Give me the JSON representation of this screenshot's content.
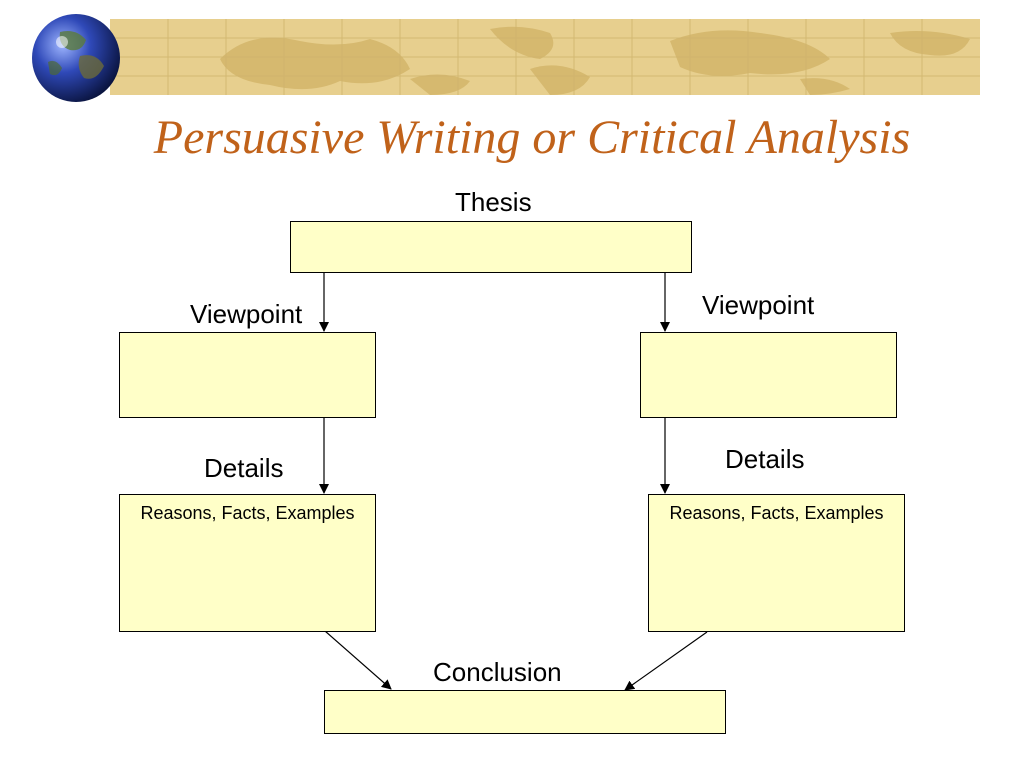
{
  "slide": {
    "title": "Persuasive Writing or Critical Analysis",
    "title_color": "#c0621a",
    "box_fill": "#ffffc8",
    "banner_color": "#e7cf8e"
  },
  "decoration": {
    "banner_icon": "world-map-icon",
    "globe_icon": "globe-icon"
  },
  "labels": {
    "thesis": "Thesis",
    "viewpoint_left": "Viewpoint",
    "viewpoint_right": "Viewpoint",
    "details_left": "Details",
    "details_right": "Details",
    "conclusion": "Conclusion"
  },
  "boxes": {
    "details_left_text": "Reasons, Facts, Examples",
    "details_right_text": "Reasons, Facts, Examples"
  }
}
